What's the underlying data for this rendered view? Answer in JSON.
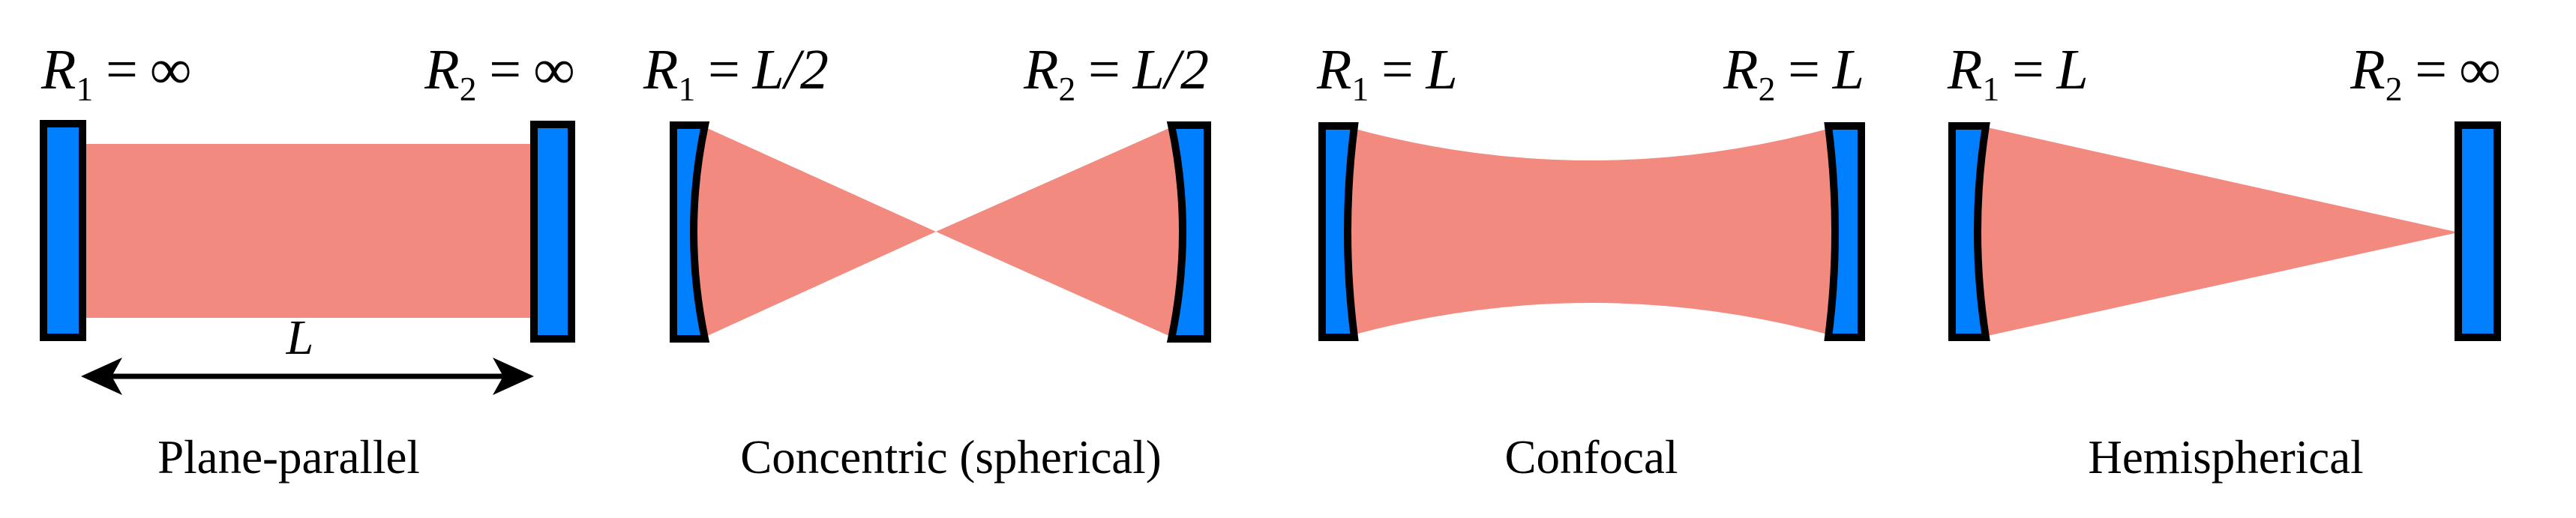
{
  "diagram": {
    "colors": {
      "mirror": "#0080ff",
      "beam": "#f28a7f",
      "outline": "#000000",
      "background": "#ffffff"
    },
    "panels": [
      {
        "caption": "Plane-parallel",
        "length_label": "L",
        "mirror1": {
          "symbol": "R",
          "sub": "1",
          "eq": "=",
          "value": "∞"
        },
        "mirror2": {
          "symbol": "R",
          "sub": "2",
          "eq": "=",
          "value": "∞"
        }
      },
      {
        "caption": "Concentric (spherical)",
        "mirror1": {
          "symbol": "R",
          "sub": "1",
          "eq": "=",
          "value": "L/2"
        },
        "mirror2": {
          "symbol": "R",
          "sub": "2",
          "eq": "=",
          "value": "L/2"
        }
      },
      {
        "caption": "Confocal",
        "mirror1": {
          "symbol": "R",
          "sub": "1",
          "eq": "=",
          "value": "L"
        },
        "mirror2": {
          "symbol": "R",
          "sub": "2",
          "eq": "=",
          "value": "L"
        }
      },
      {
        "caption": "Hemispherical",
        "mirror1": {
          "symbol": "R",
          "sub": "1",
          "eq": "=",
          "value": "L"
        },
        "mirror2": {
          "symbol": "R",
          "sub": "2",
          "eq": "=",
          "value": "∞"
        }
      }
    ]
  }
}
